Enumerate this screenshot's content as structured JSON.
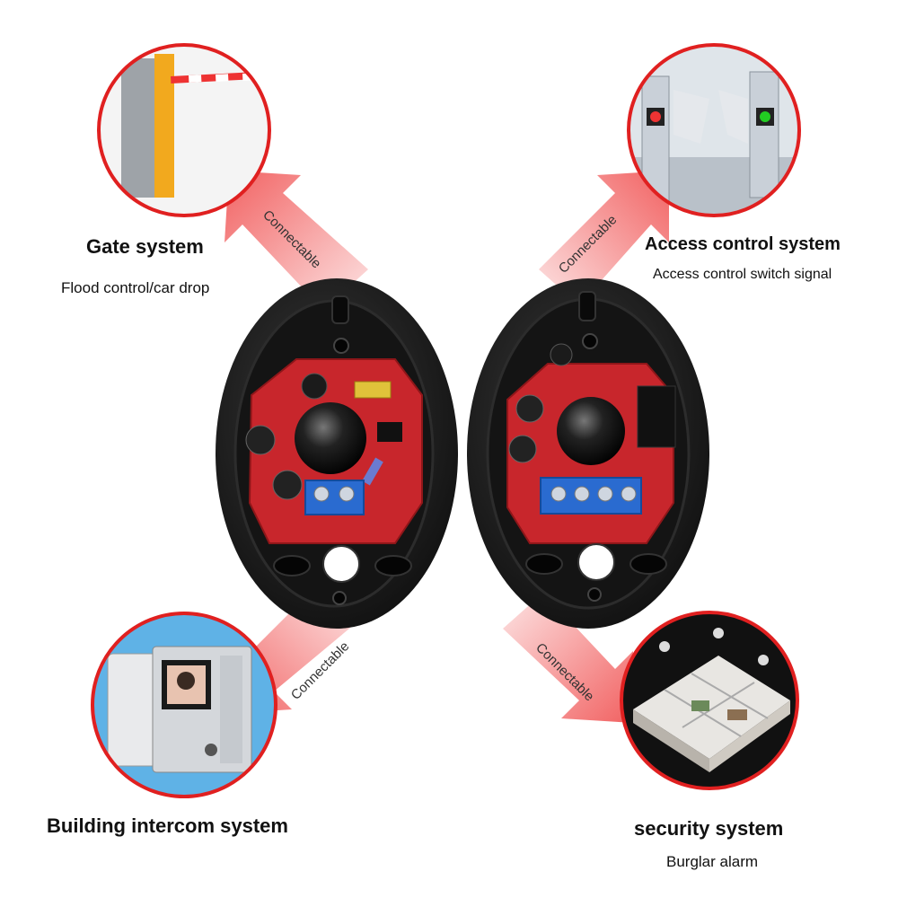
{
  "sections": {
    "top_left": {
      "title": "Gate system",
      "subtitle": "Flood control/car drop",
      "icon": "barrier-gate-image"
    },
    "top_right": {
      "title": "Access control system",
      "subtitle": "Access control switch signal",
      "icon": "turnstile-image"
    },
    "bottom_left": {
      "title": "Building intercom system",
      "subtitle": "",
      "icon": "video-intercom-image"
    },
    "bottom_right": {
      "title": "security system",
      "subtitle": "Burglar alarm",
      "icon": "smart-home-floorplan-image"
    }
  },
  "arrows": {
    "top_left": "Connectable",
    "top_right": "Connectable",
    "bottom_left": "Connectable",
    "bottom_right": "Connectable"
  },
  "colors": {
    "circle_border": "#e02020",
    "arrow_fill": "#f05050",
    "pcb": "#c8262c",
    "housing": "#1a1a1a",
    "terminal": "#2a6bd0"
  }
}
